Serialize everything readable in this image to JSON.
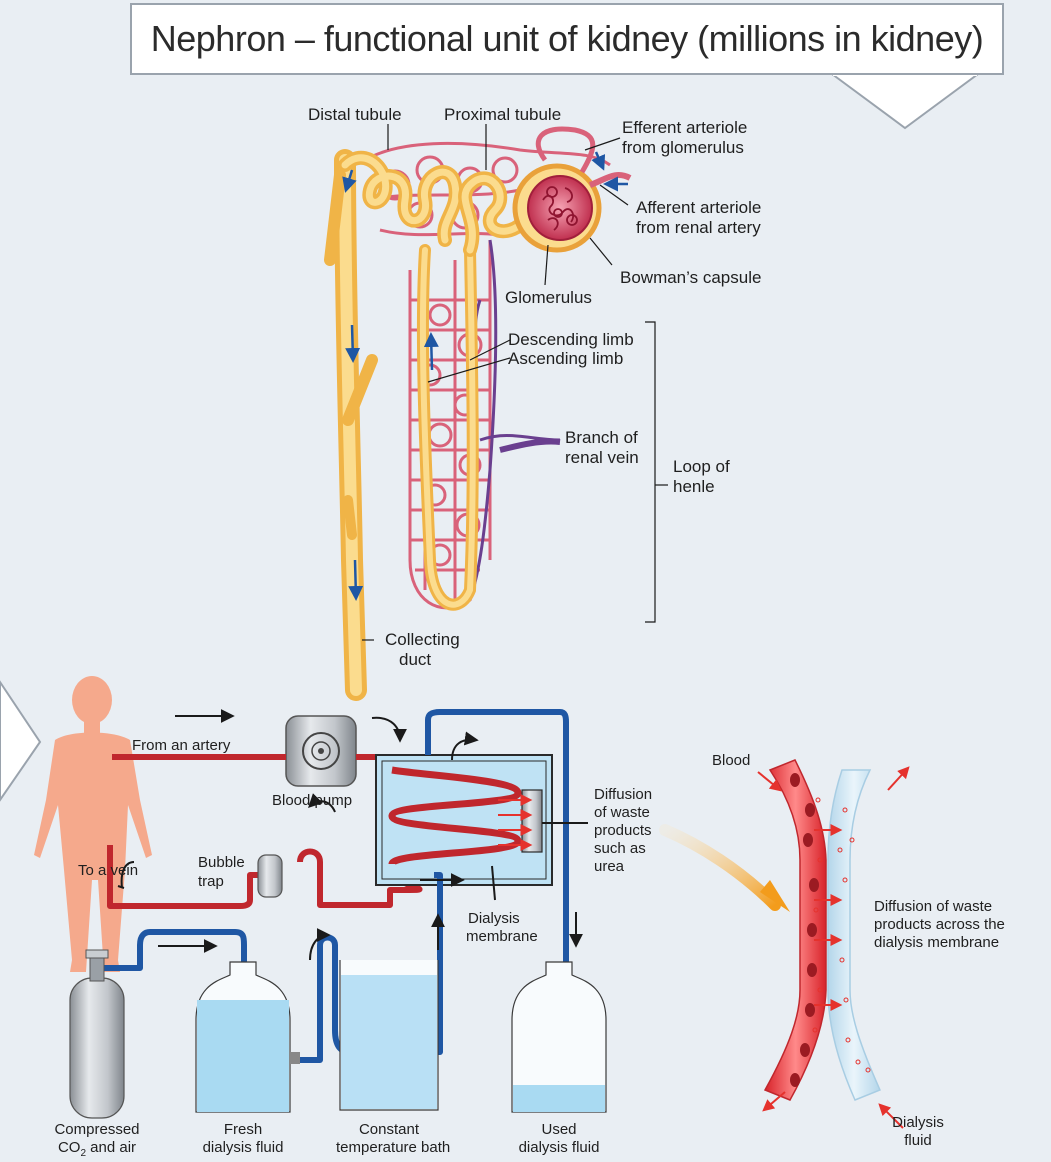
{
  "title": "Nephron – functional unit of kidney (millions in kidney)",
  "nephron_labels": {
    "distal_tubule": "Distal tubule",
    "proximal_tubule": "Proximal tubule",
    "efferent_1": "Efferent arteriole",
    "efferent_2": "from glomerulus",
    "afferent_1": "Afferent arteriole",
    "afferent_2": "from renal artery",
    "bowmans": "Bowman’s capsule",
    "glomerulus": "Glomerulus",
    "descending": "Descending limb",
    "ascending": "Ascending limb",
    "branch_1": "Branch of",
    "branch_2": "renal vein",
    "loop_1": "Loop of",
    "loop_2": "henle",
    "collecting_1": "Collecting",
    "collecting_2": "duct"
  },
  "dialysis_labels": {
    "from_artery": "From an artery",
    "to_vein": "To a vein",
    "blood_pump": "Blood pump",
    "bubble_1": "Bubble",
    "bubble_2": "trap",
    "diffusion_1": "Diffusion",
    "diffusion_2": "of waste",
    "diffusion_3": "products",
    "diffusion_4": "such as",
    "diffusion_5": "urea",
    "membrane_1": "Dialysis",
    "membrane_2": "membrane",
    "compressed_1": "Compressed",
    "compressed_2": "CO",
    "compressed_sub": "2",
    "compressed_3": " and air",
    "fresh_1": "Fresh",
    "fresh_2": "dialysis",
    "fresh_3": "fluid",
    "bath_1": "Constant",
    "bath_2": "temperature",
    "bath_3": "bath",
    "used_1": "Used",
    "used_2": "dialysis",
    "used_3": "fluid"
  },
  "membrane_labels": {
    "blood": "Blood",
    "diff_1": "Diffusion of waste",
    "diff_2": "products across the",
    "diff_3": "dialysis membrane",
    "dfluid_1": "Dialysis",
    "dfluid_2": "fluid"
  },
  "colors": {
    "background": "#e9eef3",
    "blood_red": "#c0272d",
    "dialysis_blue": "#1f57a4",
    "tubule_yellow": "#f7c96a",
    "capillary_pink": "#d9627a",
    "vein_purple": "#6a3f8f",
    "skin": "#f5a98c",
    "fluid_light_blue": "#a9daf2",
    "arrow_orange": "#f39c1c"
  }
}
